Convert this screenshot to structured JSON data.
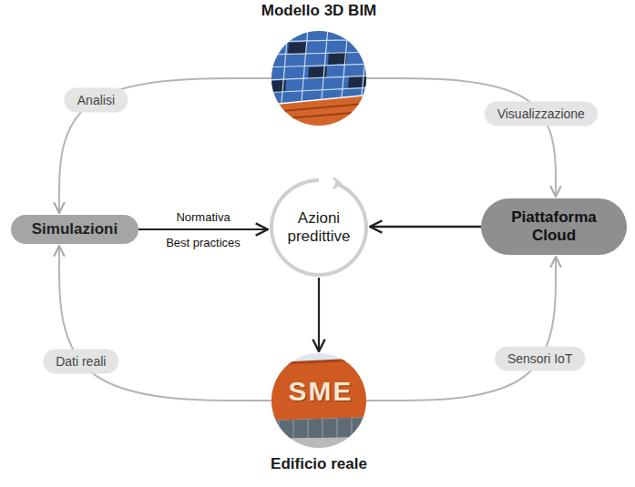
{
  "diagram": {
    "nodes": [
      {
        "text": [
          "Modello 3D BIM"
        ]
      },
      {
        "text": [
          "Simulazioni"
        ]
      },
      {
        "text": [
          "Azioni predittive"
        ]
      },
      {
        "text": [
          "Piattaforma Cloud"
        ]
      },
      {
        "text": [
          "Edificio reale"
        ]
      }
    ],
    "edges": [
      {
        "from": 0,
        "to": 1,
        "label": "Analisi",
        "arrow": "to"
      },
      {
        "from": 0,
        "to": 3,
        "label": "Visualizzazione",
        "arrow": "to"
      },
      {
        "from": 1,
        "to": 2,
        "label": "Normativa",
        "arrow": "to"
      },
      {
        "from": 3,
        "to": 2,
        "arrow": "to"
      },
      {
        "from": 2,
        "to": 4,
        "arrow": "to"
      },
      {
        "from": 4,
        "to": 1,
        "label": "Dati reali",
        "arrow": "to"
      },
      {
        "from": 4,
        "to": 3,
        "label": "Sensori IoT",
        "arrow": "to"
      }
    ],
    "labels": [
      "Best practices",
      "SME"
    ]
  }
}
